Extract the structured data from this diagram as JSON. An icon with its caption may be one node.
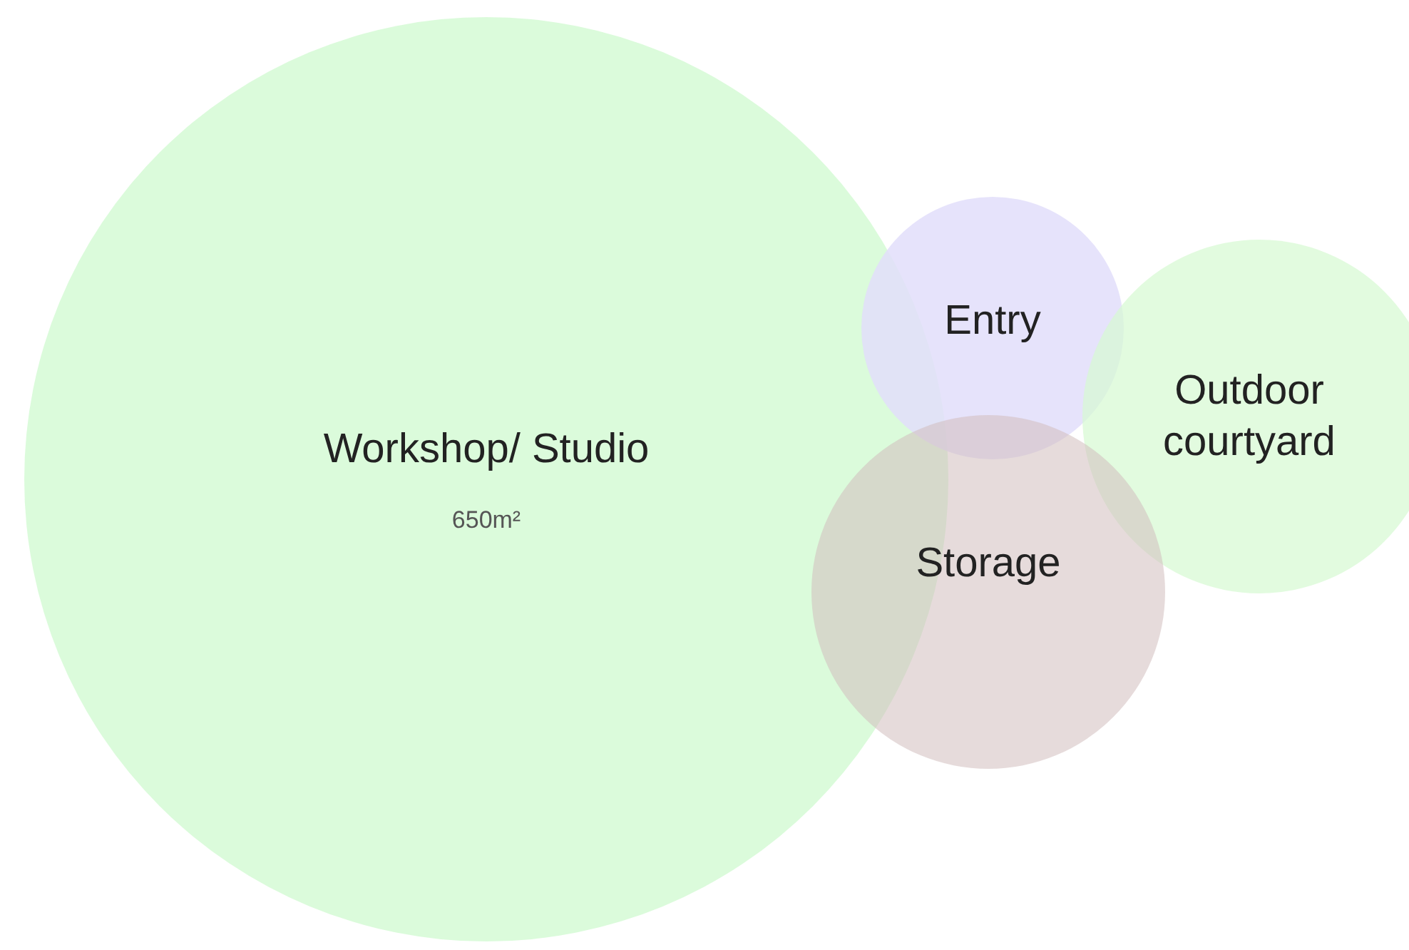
{
  "diagram": {
    "nodes": [
      {
        "text": [
          "Workshop/ Studio",
          "650m²"
        ]
      },
      {
        "text": [
          "Entry"
        ]
      },
      {
        "text": [
          "Outdoor courtyard"
        ]
      },
      {
        "text": [
          "Storage"
        ]
      }
    ],
    "edges": []
  }
}
